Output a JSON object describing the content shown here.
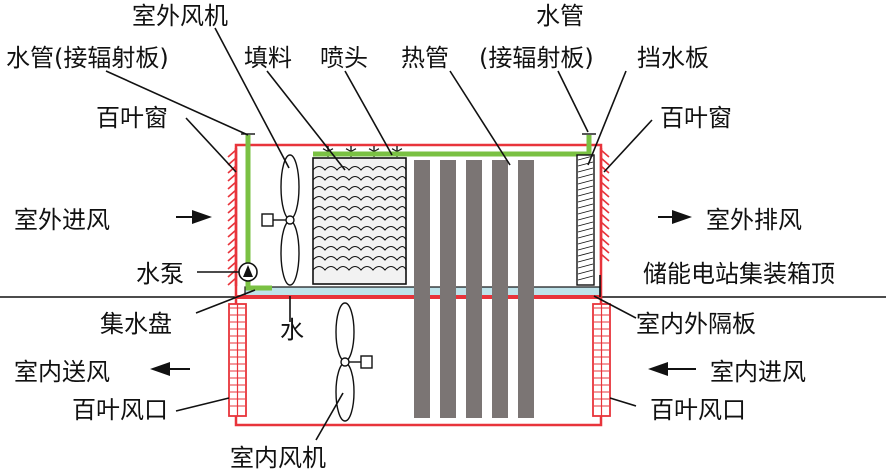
{
  "labels": {
    "outdoor_fan": "室外风机",
    "water_pipe_left": "水管(接辐射板)",
    "packing": "填料",
    "nozzle": "喷头",
    "heat_pipe": "热管",
    "water_pipe_right_1": "水管",
    "water_pipe_right_2": "(接辐射板)",
    "water_baffle": "挡水板",
    "louver_left": "百叶窗",
    "louver_right": "百叶窗",
    "outdoor_air_in": "室外进风",
    "outdoor_air_out": "室外排风",
    "pump": "水泵",
    "container_top": "储能电站集装箱顶",
    "water_tray": "集水盘",
    "water": "水",
    "partition": "室内外隔板",
    "indoor_supply": "室内送风",
    "indoor_return": "室内进风",
    "grille_left": "百叶风口",
    "grille_right": "百叶风口",
    "indoor_fan": "室内风机"
  },
  "colors": {
    "frame": "#e8343b",
    "pipe": "#7ac143",
    "water": "#bfe3ea",
    "heat_pipe": "#7b7574",
    "packing_fill": "#f2f2f2",
    "line": "#111111"
  },
  "icons": [
    "fan-icon",
    "motor-icon",
    "pump-icon",
    "nozzle-icon",
    "arrow-right-icon",
    "arrow-left-icon"
  ]
}
